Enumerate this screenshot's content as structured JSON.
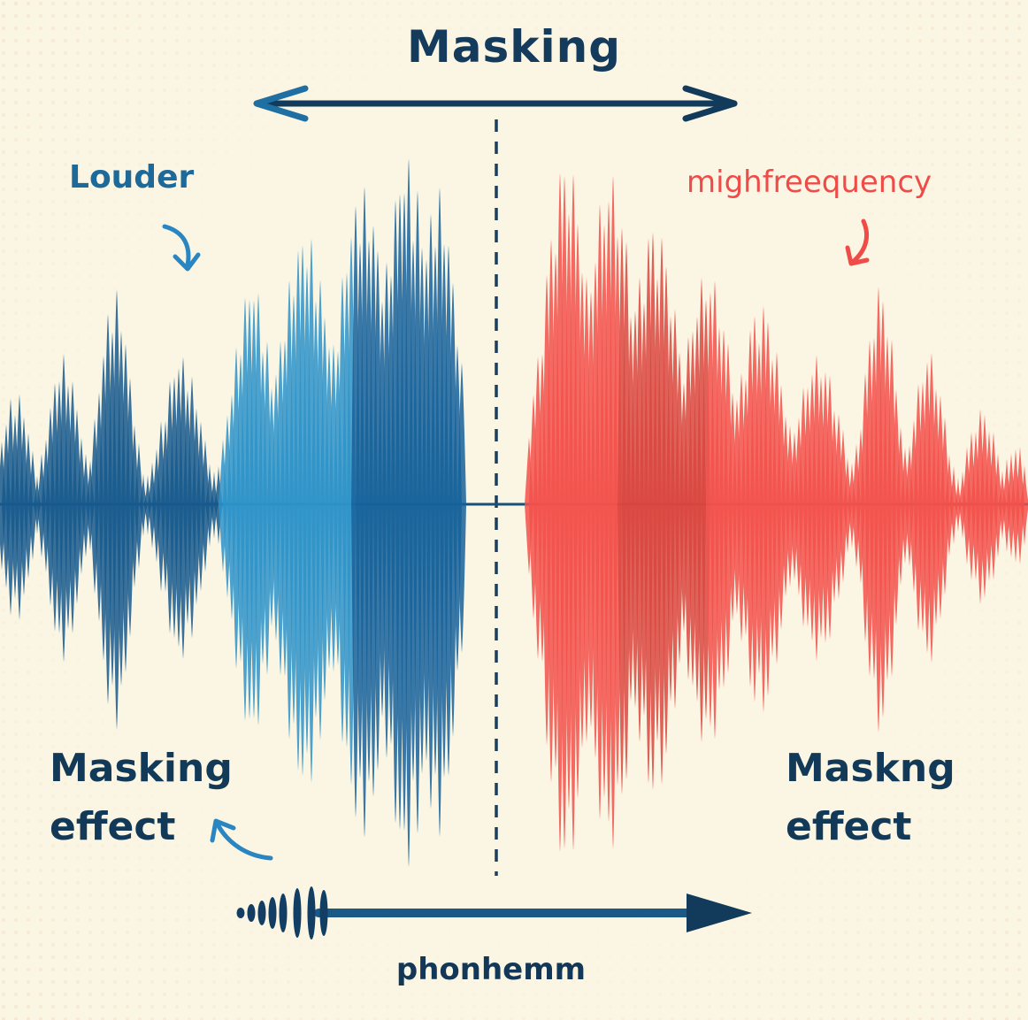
{
  "title": "Masking",
  "labels": {
    "louder": "Louder",
    "high_frequency": "mighfreequency",
    "masking_effect_left": [
      "Masking",
      "effect"
    ],
    "masking_effect_right": [
      "Maskng",
      "effect"
    ],
    "phoneme": "phonhemm"
  },
  "colors": {
    "background": "#fbf6e4",
    "blue_dark": "#10507f",
    "blue_light": "#2e8fc6",
    "red": "#ef4b48",
    "text_dark": "#143a5c"
  },
  "icons": [
    "double-arrow-icon",
    "curved-arrow-icon",
    "timeline-arrow-icon"
  ]
}
